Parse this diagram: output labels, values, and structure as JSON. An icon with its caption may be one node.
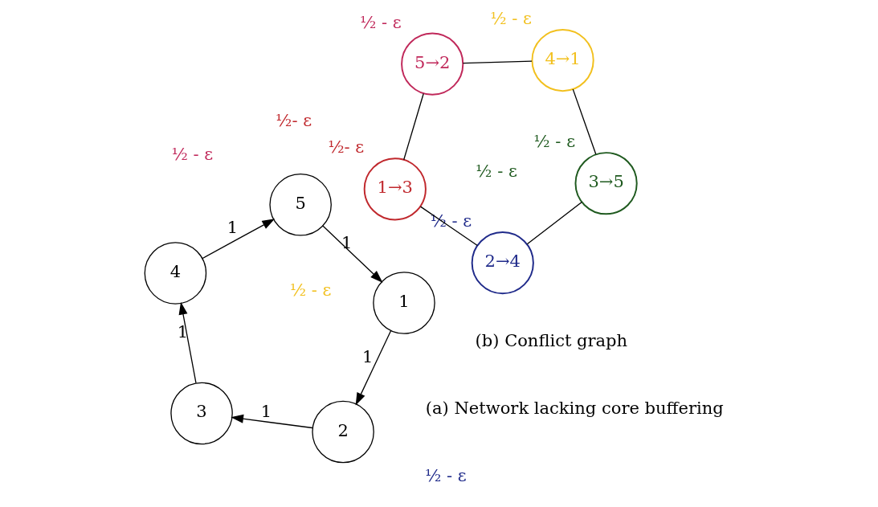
{
  "diagram": {
    "nodes": [
      {
        "text": [
          "1"
        ]
      },
      {
        "text": [
          "2"
        ]
      },
      {
        "text": [
          "3"
        ]
      },
      {
        "text": [
          "4"
        ]
      },
      {
        "text": [
          "5"
        ]
      },
      {
        "text": [
          "1→3"
        ],
        "beside": [
          "½- ε"
        ]
      },
      {
        "text": [
          "5→2"
        ],
        "beside": [
          "½ - ε"
        ]
      },
      {
        "text": [
          "2→4"
        ],
        "beside": [
          "½ - ε"
        ]
      },
      {
        "text": [
          "4→1"
        ],
        "beside": [
          "½ - ε"
        ]
      },
      {
        "text": [
          "3→5"
        ],
        "beside": [
          "½ - ε"
        ]
      }
    ],
    "edges": [
      {
        "from": 0,
        "to": 1,
        "arrow": "to",
        "label": "1"
      },
      {
        "from": 1,
        "to": 2,
        "arrow": "to",
        "label": "1"
      },
      {
        "from": 2,
        "to": 3,
        "arrow": "to",
        "label": "1"
      },
      {
        "from": 3,
        "to": 4,
        "arrow": "to",
        "label": "1"
      },
      {
        "from": 4,
        "to": 0,
        "arrow": "to",
        "label": "1"
      },
      {
        "from": 5,
        "to": 7,
        "arrow": "none"
      },
      {
        "from": 7,
        "to": 9,
        "arrow": "none"
      },
      {
        "from": 9,
        "to": 8,
        "arrow": "none"
      },
      {
        "from": 8,
        "to": 6,
        "arrow": "none"
      },
      {
        "from": 6,
        "to": 5,
        "arrow": "none"
      }
    ],
    "labels": [
      "½ - ε",
      "½ - ε",
      "½ - ε",
      "½- ε",
      "½ - ε",
      "(a) Network lacking core buffering",
      "(b) Conflict graph"
    ]
  }
}
